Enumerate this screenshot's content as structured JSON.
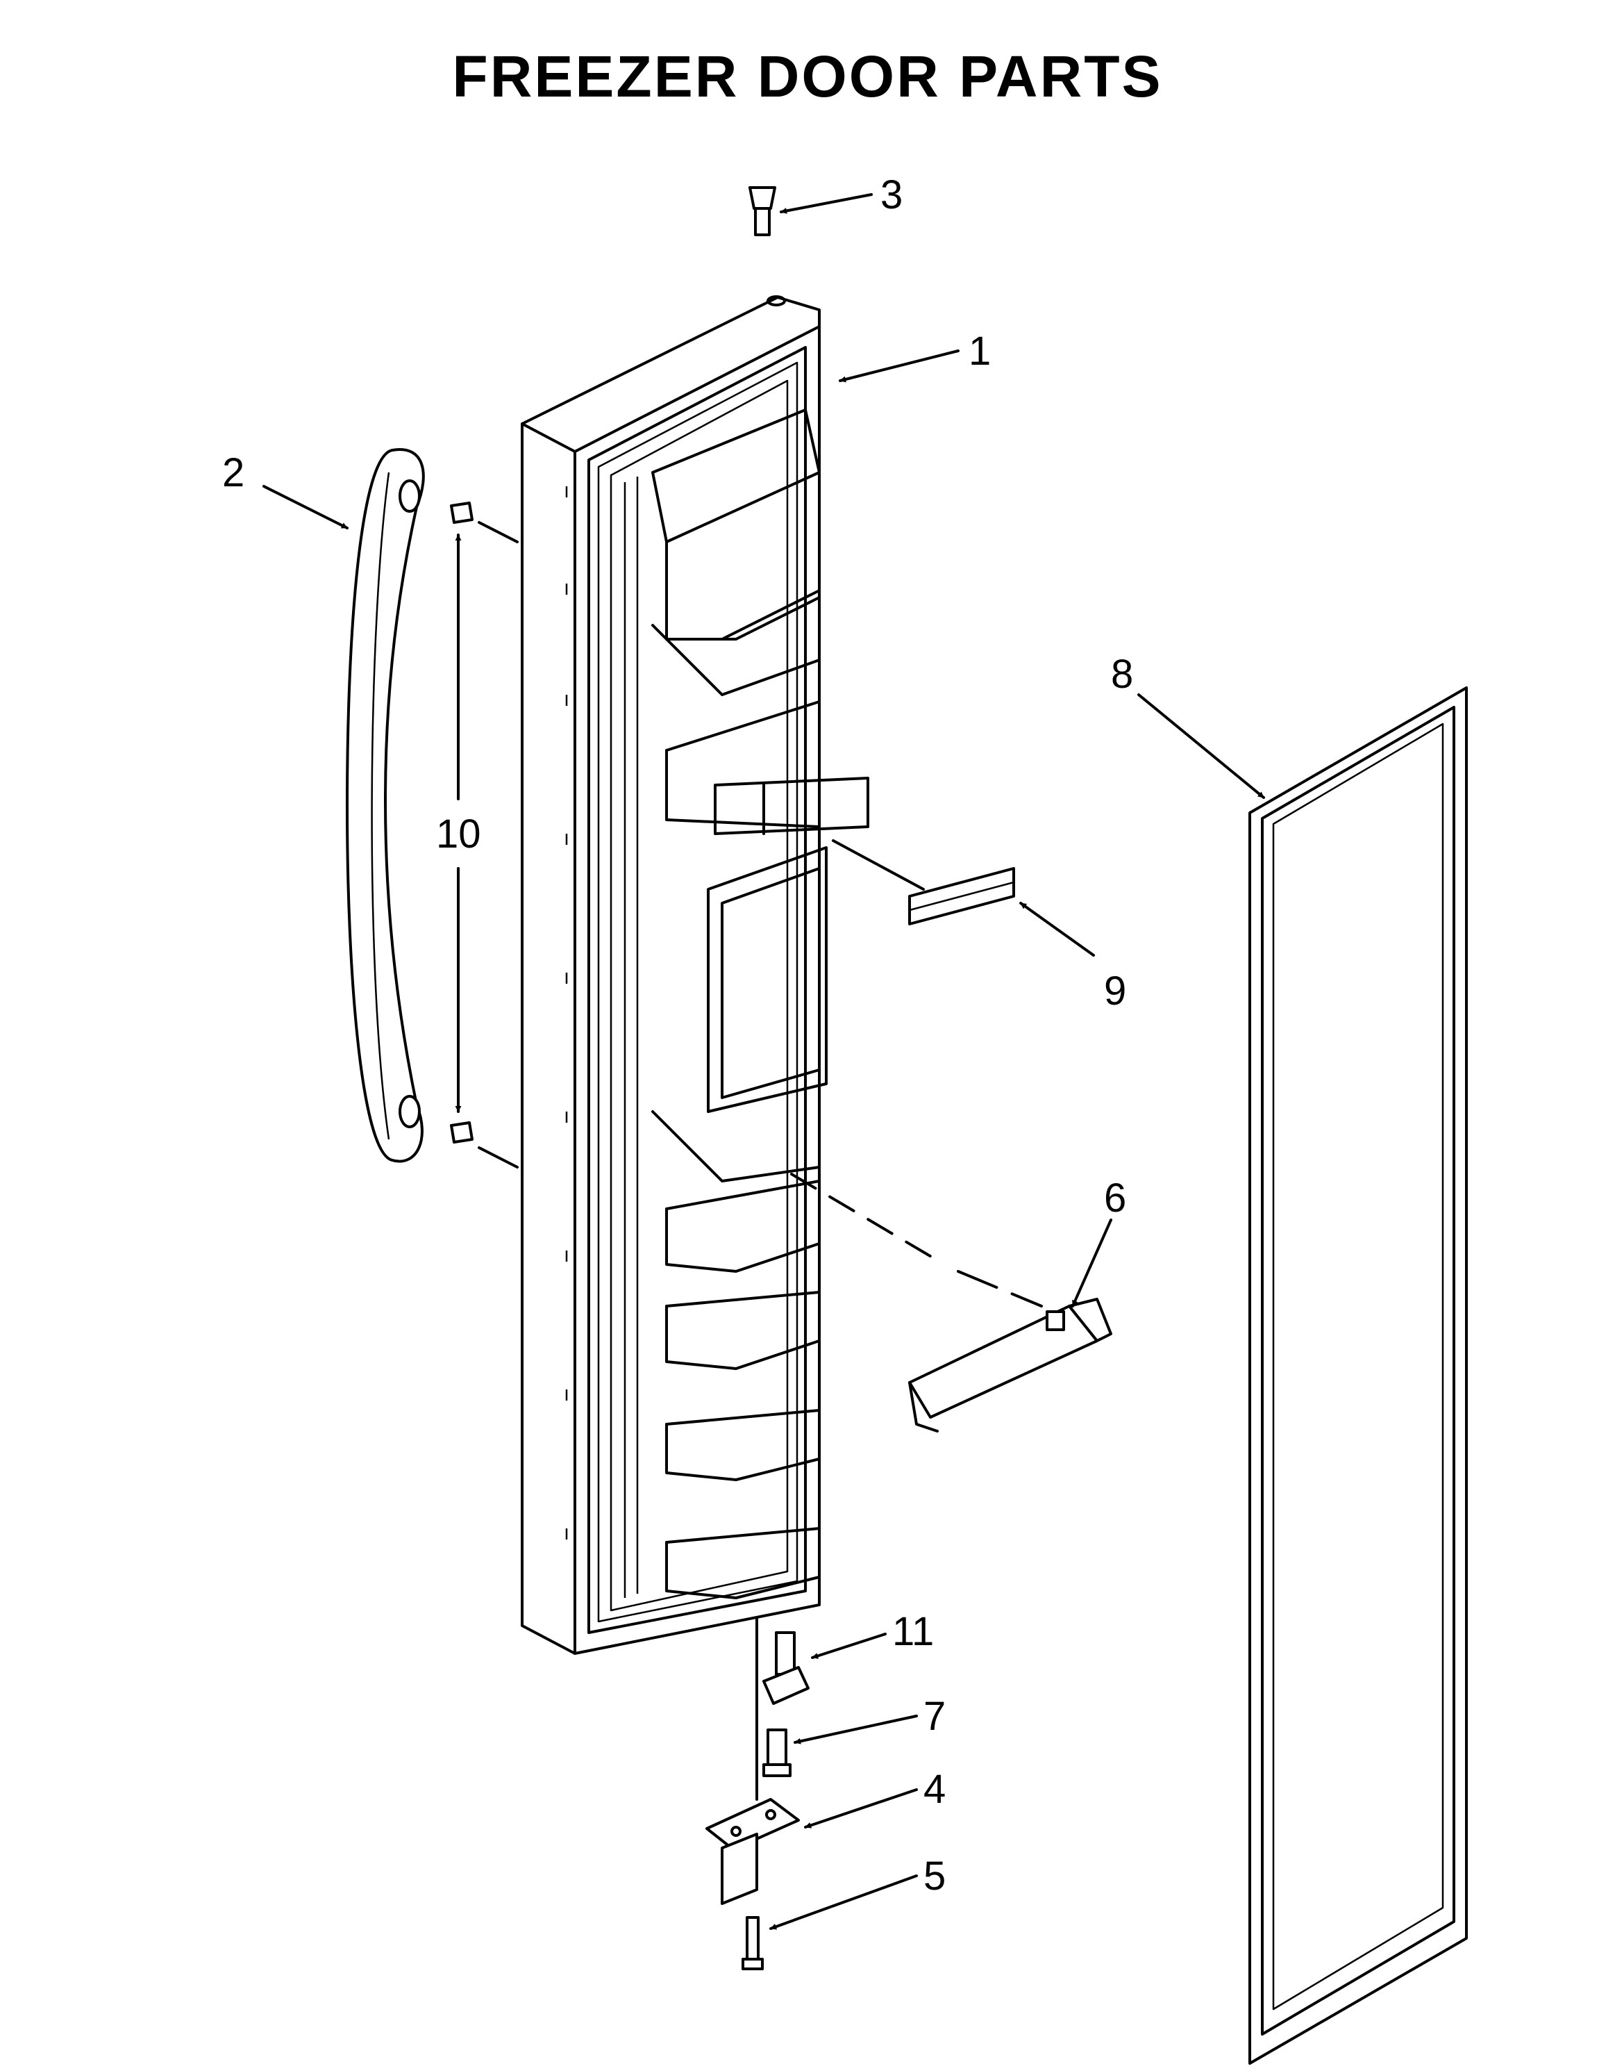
{
  "title": "FREEZER DOOR PARTS",
  "callouts": {
    "door": "1",
    "handle": "2",
    "handle_screw_top": "3",
    "hinge_bracket": "4",
    "hinge_screw": "5",
    "door_bin": "6",
    "hinge_bolt": "7",
    "gasket": "8",
    "trim_strip": "9",
    "handle_spacing": "10",
    "hinge_pin": "11"
  },
  "icons": {
    "arrow": "callout-arrow-icon"
  }
}
